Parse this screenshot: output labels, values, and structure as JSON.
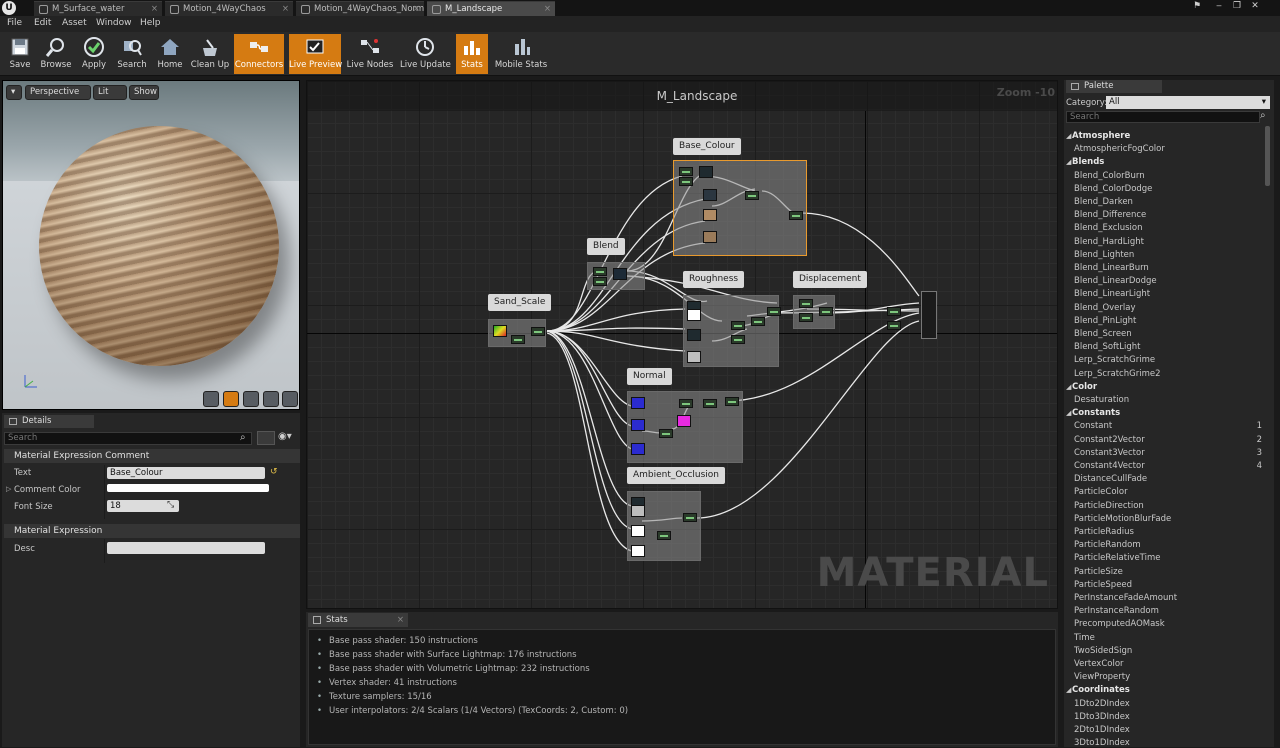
{
  "tabs": [
    {
      "label": "M_Surface_water"
    },
    {
      "label": "Motion_4WayChaos"
    },
    {
      "label": "Motion_4WayChaos_Norm"
    },
    {
      "label": "M_Landscape"
    }
  ],
  "menu": [
    "File",
    "Edit",
    "Asset",
    "Window",
    "Help"
  ],
  "toolbar": [
    {
      "label": "Save",
      "icon": "save-icon",
      "active": false
    },
    {
      "label": "Browse",
      "icon": "browse-icon",
      "active": false
    },
    {
      "label": "Apply",
      "icon": "apply-icon",
      "active": false
    },
    {
      "label": "Search",
      "icon": "search-icon",
      "active": false
    },
    {
      "label": "Home",
      "icon": "home-icon",
      "active": false
    },
    {
      "label": "Clean Up",
      "icon": "clean-up-icon",
      "active": false
    },
    {
      "label": "Connectors",
      "icon": "connectors-icon",
      "active": true
    },
    {
      "label": "Live Preview",
      "icon": "live-preview-icon",
      "active": true
    },
    {
      "label": "Live Nodes",
      "icon": "live-nodes-icon",
      "active": false
    },
    {
      "label": "Live Update",
      "icon": "live-update-icon",
      "active": false
    },
    {
      "label": "Stats",
      "icon": "stats-icon",
      "active": true
    },
    {
      "label": "Mobile Stats",
      "icon": "mobile-stats-icon",
      "active": false
    }
  ],
  "viewport": {
    "perspective": "Perspective",
    "lit": "Lit",
    "show": "Show"
  },
  "details": {
    "tab": "Details",
    "search_placeholder": "Search",
    "section1": "Material Expression Comment",
    "text_label": "Text",
    "text_value": "Base_Colour",
    "comment_color_label": "Comment Color",
    "comment_color": "#ffffff",
    "font_size_label": "Font Size",
    "font_size_value": "18",
    "section2": "Material Expression",
    "desc_label": "Desc"
  },
  "graph": {
    "title": "M_Landscape",
    "zoom": "Zoom -10",
    "watermark": "MATERIAL",
    "comments": [
      {
        "label": "Base_Colour"
      },
      {
        "label": "Blend"
      },
      {
        "label": "Roughness"
      },
      {
        "label": "Displacement"
      },
      {
        "label": "Sand_Scale"
      },
      {
        "label": "Normal"
      },
      {
        "label": "Ambient_Occlusion"
      }
    ]
  },
  "stats": {
    "tab": "Stats",
    "lines": [
      "Base pass shader: 150 instructions",
      "Base pass shader with Surface Lightmap: 176 instructions",
      "Base pass shader with Volumetric Lightmap: 232 instructions",
      "Vertex shader: 41 instructions",
      "Texture samplers: 15/16",
      "User interpolators: 2/4 Scalars (1/4 Vectors) (TexCoords: 2, Custom: 0)"
    ]
  },
  "palette": {
    "tab": "Palette",
    "category_label": "Category:",
    "category_value": "All",
    "search_placeholder": "Search",
    "entries": [
      {
        "type": "cat",
        "label": "Atmosphere"
      },
      {
        "type": "item",
        "label": "AtmosphericFogColor"
      },
      {
        "type": "cat",
        "label": "Blends"
      },
      {
        "type": "item",
        "label": "Blend_ColorBurn"
      },
      {
        "type": "item",
        "label": "Blend_ColorDodge"
      },
      {
        "type": "item",
        "label": "Blend_Darken"
      },
      {
        "type": "item",
        "label": "Blend_Difference"
      },
      {
        "type": "item",
        "label": "Blend_Exclusion"
      },
      {
        "type": "item",
        "label": "Blend_HardLight"
      },
      {
        "type": "item",
        "label": "Blend_Lighten"
      },
      {
        "type": "item",
        "label": "Blend_LinearBurn"
      },
      {
        "type": "item",
        "label": "Blend_LinearDodge"
      },
      {
        "type": "item",
        "label": "Blend_LinearLight"
      },
      {
        "type": "item",
        "label": "Blend_Overlay"
      },
      {
        "type": "item",
        "label": "Blend_PinLight"
      },
      {
        "type": "item",
        "label": "Blend_Screen"
      },
      {
        "type": "item",
        "label": "Blend_SoftLight"
      },
      {
        "type": "item",
        "label": "Lerp_ScratchGrime"
      },
      {
        "type": "item",
        "label": "Lerp_ScratchGrime2"
      },
      {
        "type": "cat",
        "label": "Color"
      },
      {
        "type": "item",
        "label": "Desaturation"
      },
      {
        "type": "cat",
        "label": "Constants"
      },
      {
        "type": "item",
        "label": "Constant",
        "key": "1"
      },
      {
        "type": "item",
        "label": "Constant2Vector",
        "key": "2"
      },
      {
        "type": "item",
        "label": "Constant3Vector",
        "key": "3"
      },
      {
        "type": "item",
        "label": "Constant4Vector",
        "key": "4"
      },
      {
        "type": "item",
        "label": "DistanceCullFade"
      },
      {
        "type": "item",
        "label": "ParticleColor"
      },
      {
        "type": "item",
        "label": "ParticleDirection"
      },
      {
        "type": "item",
        "label": "ParticleMotionBlurFade"
      },
      {
        "type": "item",
        "label": "ParticleRadius"
      },
      {
        "type": "item",
        "label": "ParticleRandom"
      },
      {
        "type": "item",
        "label": "ParticleRelativeTime"
      },
      {
        "type": "item",
        "label": "ParticleSize"
      },
      {
        "type": "item",
        "label": "ParticleSpeed"
      },
      {
        "type": "item",
        "label": "PerInstanceFadeAmount"
      },
      {
        "type": "item",
        "label": "PerInstanceRandom"
      },
      {
        "type": "item",
        "label": "PrecomputedAOMask"
      },
      {
        "type": "item",
        "label": "Time"
      },
      {
        "type": "item",
        "label": "TwoSidedSign"
      },
      {
        "type": "item",
        "label": "VertexColor"
      },
      {
        "type": "item",
        "label": "ViewProperty"
      },
      {
        "type": "cat",
        "label": "Coordinates"
      },
      {
        "type": "item",
        "label": "1Dto2DIndex"
      },
      {
        "type": "item",
        "label": "1Dto3DIndex"
      },
      {
        "type": "item",
        "label": "2Dto1DIndex"
      },
      {
        "type": "item",
        "label": "3Dto1DIndex"
      }
    ]
  }
}
